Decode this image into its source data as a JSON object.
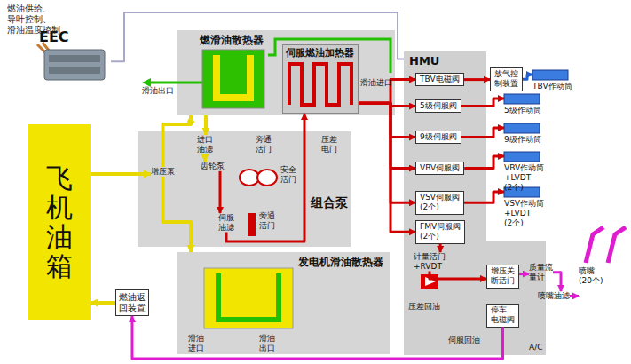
{
  "diagram": {
    "nodes": [
      {
        "text": [
          "EEC"
        ]
      },
      {
        "text": [
          "飞机油箱"
        ]
      },
      {
        "text": [
          "燃滑油散热器"
        ]
      },
      {
        "text": [
          "伺服燃油加热器"
        ],
        "in": 2
      },
      {
        "text": [
          "组合泵"
        ]
      },
      {
        "text": [
          "进口 油滤"
        ],
        "in": 4
      },
      {
        "text": [
          "旁通 活门"
        ],
        "in": 4
      },
      {
        "text": [
          "压差 电门"
        ],
        "in": 4
      },
      {
        "text": [
          "增压泵"
        ],
        "in": 4
      },
      {
        "text": [
          "齿轮泵"
        ],
        "in": 4
      },
      {
        "text": [
          "安全 活门"
        ],
        "in": 4
      },
      {
        "text": [
          "伺服 油滤"
        ],
        "in": 4
      },
      {
        "text": [
          "旁通 活门"
        ],
        "in": 4
      },
      {
        "text": [
          "发电机滑油散热器"
        ]
      },
      {
        "text": [
          "燃油返 回装置"
        ]
      },
      {
        "text": [
          "HMU"
        ]
      },
      {
        "text": [
          "TBV电磁阀"
        ],
        "in": 15
      },
      {
        "text": [
          "5级伺服阀"
        ],
        "in": 15
      },
      {
        "text": [
          "9级伺服阀"
        ],
        "in": 15
      },
      {
        "text": [
          "VBV伺服阀"
        ],
        "in": 15
      },
      {
        "text": [
          "VSV伺服阀 (2个)"
        ],
        "in": 15
      },
      {
        "text": [
          "FMV伺服阀 (2个)"
        ],
        "in": 15
      },
      {
        "text": [
          "计量活门 +RVDT"
        ],
        "in": 15
      },
      {
        "text": [
          "压差回油"
        ],
        "in": 15
      },
      {
        "text": [
          "增压关 断活门"
        ],
        "in": 15
      },
      {
        "text": [
          "停车 电磁阀"
        ],
        "in": 15
      },
      {
        "text": [
          "放气控 制装置"
        ]
      },
      {
        "text": [
          "TBV作动筒"
        ]
      },
      {
        "text": [
          "5级作动筒"
        ]
      },
      {
        "text": [
          "9级作动筒"
        ]
      },
      {
        "text": [
          "VBV作动筒+LVDT (2个)"
        ]
      },
      {
        "text": [
          "VSV作动筒+LVDT (2个)"
        ]
      },
      {
        "text": [
          "质量流 量计"
        ]
      },
      {
        "text": [
          "喷嘴油滤"
        ]
      },
      {
        "text": [
          "喷嘴 (20个)"
        ]
      }
    ],
    "edges": [
      {
        "from": 0,
        "to": 15,
        "arrow": "none"
      },
      {
        "from": 1,
        "to": 8,
        "arrow": "to"
      },
      {
        "from": 8,
        "to": 2,
        "arrow": "to"
      },
      {
        "from": 2,
        "to": 5,
        "arrow": "to"
      },
      {
        "from": 5,
        "to": 9,
        "arrow": "to"
      },
      {
        "from": 9,
        "to": 11,
        "arrow": "to"
      },
      {
        "from": 11,
        "to": 3,
        "arrow": "to"
      },
      {
        "from": 3,
        "to": 16,
        "arrow": "to"
      },
      {
        "from": 3,
        "to": 17,
        "arrow": "to"
      },
      {
        "from": 3,
        "to": 18,
        "arrow": "to"
      },
      {
        "from": 3,
        "to": 19,
        "arrow": "to"
      },
      {
        "from": 3,
        "to": 20,
        "arrow": "to"
      },
      {
        "from": 3,
        "to": 21,
        "arrow": "to"
      },
      {
        "from": 16,
        "to": 26,
        "arrow": "to"
      },
      {
        "from": 26,
        "to": 27,
        "arrow": "to"
      },
      {
        "from": 17,
        "to": 28,
        "arrow": "to"
      },
      {
        "from": 18,
        "to": 29,
        "arrow": "to"
      },
      {
        "from": 19,
        "to": 30,
        "arrow": "to"
      },
      {
        "from": 20,
        "to": 31,
        "arrow": "to"
      },
      {
        "from": 21,
        "to": 22,
        "arrow": "to"
      },
      {
        "from": 22,
        "to": 24,
        "arrow": "to"
      },
      {
        "from": 24,
        "to": 32,
        "arrow": "to"
      },
      {
        "from": 32,
        "to": 33,
        "arrow": "to"
      },
      {
        "from": 33,
        "to": 34,
        "arrow": "to"
      },
      {
        "from": 25,
        "to": 14,
        "arrow": "to"
      },
      {
        "from": 14,
        "to": 1,
        "arrow": "to"
      },
      {
        "from": 8,
        "to": 13,
        "arrow": "to"
      }
    ],
    "labels": [
      "燃油供给、导叶控制、 滑油温度控制",
      "滑油出口",
      "滑油进口",
      "滑油 进口",
      "滑油 出口",
      "伺服回油",
      "A/C"
    ]
  }
}
